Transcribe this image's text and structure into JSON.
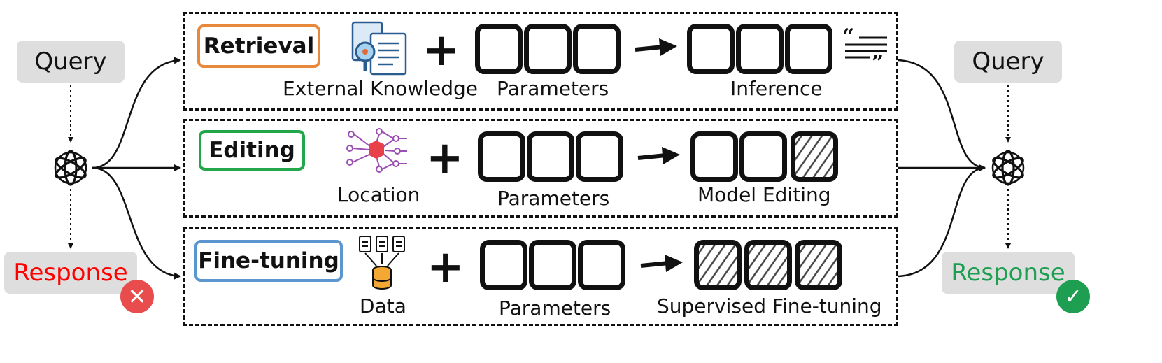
{
  "left": {
    "query": "Query",
    "response": "Response",
    "response_color": "#ff0000"
  },
  "right": {
    "query": "Query",
    "response": "Response",
    "response_color": "#1e9e50"
  },
  "rows": [
    {
      "tag": "Retrieval",
      "tag_color": "#e8883a",
      "source_label": "External Knowledge",
      "params_label": "Parameters",
      "result_label": "Inference",
      "hatched": [
        false,
        false,
        false
      ]
    },
    {
      "tag": "Editing",
      "tag_color": "#22a84a",
      "source_label": "Location",
      "params_label": "Parameters",
      "result_label": "Model Editing",
      "hatched": [
        false,
        false,
        true
      ]
    },
    {
      "tag": "Fine-tuning",
      "tag_color": "#5b96d0",
      "source_label": "Data",
      "params_label": "Parameters",
      "result_label": "Supervised Fine-tuning",
      "hatched": [
        true,
        true,
        true
      ]
    }
  ],
  "plus_symbol": "+",
  "icons": [
    "openai-logo-icon",
    "document-search-icon",
    "network-node-icon",
    "database-icon",
    "quote-icon",
    "error-x-icon",
    "check-icon"
  ]
}
